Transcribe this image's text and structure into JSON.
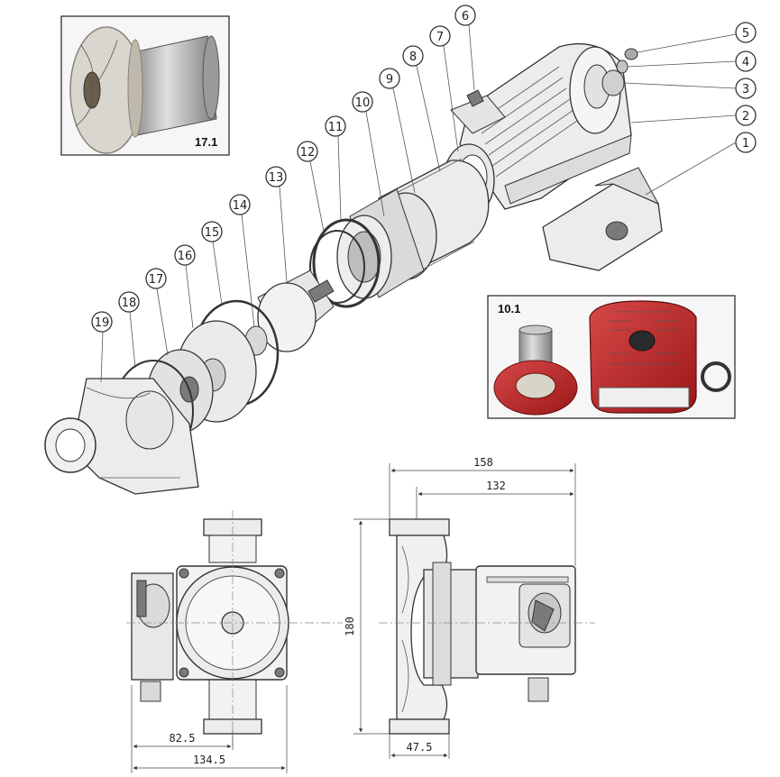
{
  "callouts": [
    "1",
    "2",
    "3",
    "4",
    "5",
    "6",
    "7",
    "8",
    "9",
    "10",
    "11",
    "12",
    "13",
    "14",
    "15",
    "16",
    "17",
    "18",
    "19"
  ],
  "photos": {
    "impeller": {
      "label": "17.1"
    },
    "stator": {
      "label": "10.1"
    }
  },
  "dimensions": {
    "width_overall": "158",
    "width_motor": "132",
    "height": "180",
    "port_offset": "82.5",
    "front_width": "134.5",
    "flange_depth": "47.5"
  }
}
